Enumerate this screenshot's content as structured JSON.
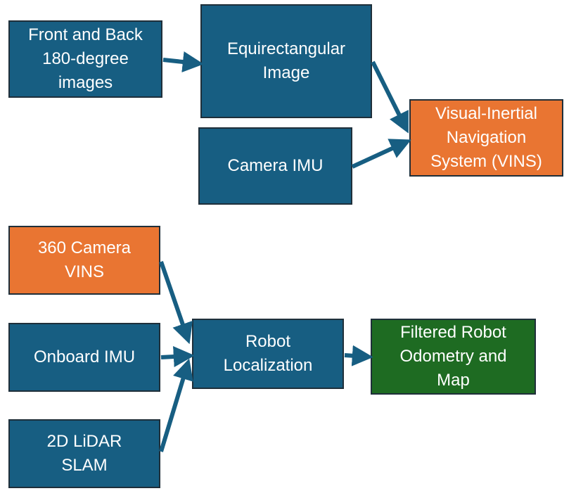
{
  "colors": {
    "process_box": "#175e82",
    "vins_box": "#e97532",
    "output_box": "#1e6b22",
    "arrow": "#175e82",
    "border": "#1f2f3a"
  },
  "top_pipeline": {
    "front_back_images": "Front and Back\n180-degree\nimages",
    "equirectangular_image": "Equirectangular\nImage",
    "camera_imu": "Camera IMU",
    "vins": "Visual-Inertial\nNavigation\nSystem (VINS)"
  },
  "bottom_pipeline": {
    "camera_vins": "360 Camera\nVINS",
    "onboard_imu": "Onboard IMU",
    "lidar_slam": "2D LiDAR\nSLAM",
    "robot_localization": "Robot\nLocalization",
    "filtered_output": "Filtered Robot\nOdometry and\nMap"
  }
}
